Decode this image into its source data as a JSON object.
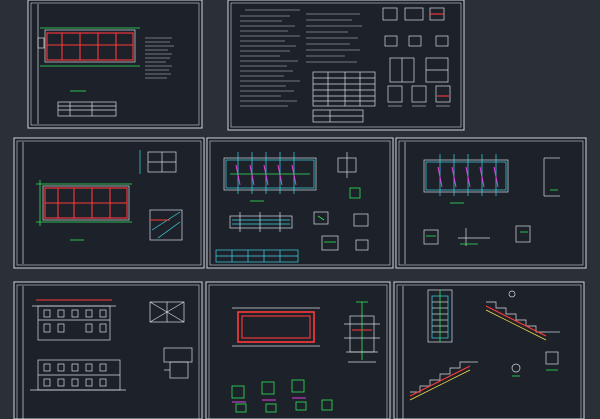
{
  "viewer": {
    "background_color": "#2b2f36",
    "sheet_color": "#1d2129"
  },
  "sheets": [
    {
      "id": "sheet-1",
      "content": "site-plan-and-drawing-index"
    },
    {
      "id": "sheet-2",
      "content": "structural-design-notes"
    },
    {
      "id": "sheet-3",
      "content": "foundation-plan"
    },
    {
      "id": "sheet-4",
      "content": "first-floor-structural-plan"
    },
    {
      "id": "sheet-5",
      "content": "roof-structural-plan"
    },
    {
      "id": "sheet-6",
      "content": "elevations-and-sections"
    },
    {
      "id": "sheet-7",
      "content": "beam-and-column-details"
    },
    {
      "id": "sheet-8",
      "content": "stair-details"
    }
  ],
  "colors": {
    "outline": "#d7dbe2",
    "walls": "#ff3a3a",
    "axis": "#2ee85a",
    "dimension": "#3fd8e8",
    "note": "#ffe24a",
    "rebar": "#e040e0"
  }
}
